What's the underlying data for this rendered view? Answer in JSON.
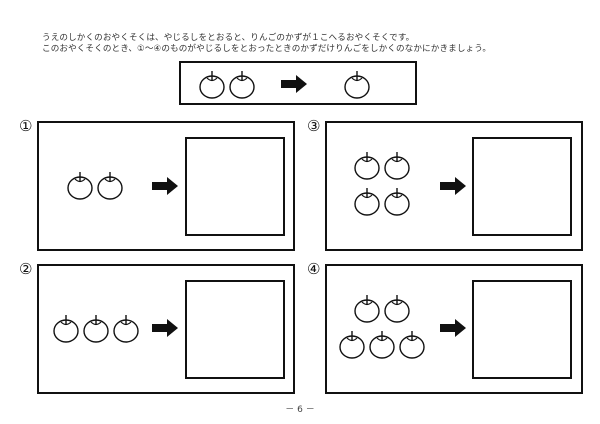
{
  "instructions": {
    "line1": "うえのしかくのおやくそくは、やじるしをとおると、りんごのかずが１こへるおやくそくです。",
    "line2": "このおやくそくのとき、①〜④のものがやじるしをとおったときのかずだけりんごをしかくのなかにかきましょう。"
  },
  "example": {
    "apples_before": 2,
    "apples_after": 1
  },
  "panels": [
    {
      "label": "①",
      "apples": 2
    },
    {
      "label": "②",
      "apples": 3
    },
    {
      "label": "③",
      "apples": 4
    },
    {
      "label": "④",
      "apples": 5
    }
  ],
  "page_number": "－ 6 －"
}
